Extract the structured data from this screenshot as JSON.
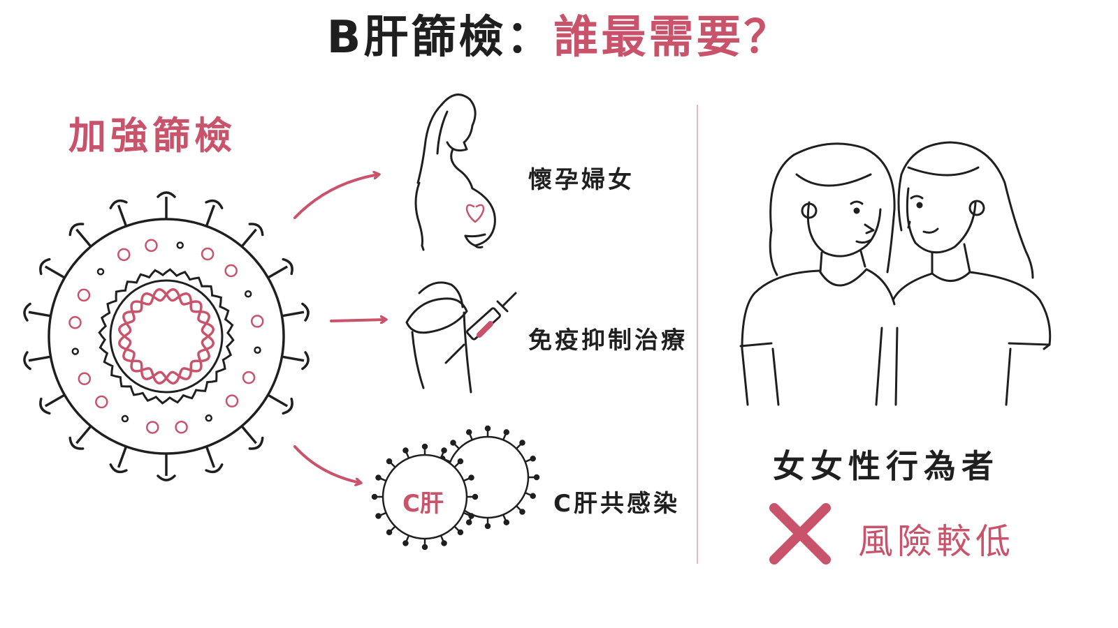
{
  "title": {
    "main": "B肝篩檢：",
    "accent": "誰最需要？"
  },
  "left_section": {
    "heading": "加強篩檢"
  },
  "groups": [
    {
      "label": "懷孕婦女",
      "icon": "pregnant-woman-icon"
    },
    {
      "label": "免疫抑制治療",
      "icon": "injection-arm-icon"
    },
    {
      "label": "C肝共感染",
      "icon": "hepatitis-c-virus-icon",
      "virus_label": "C肝"
    }
  ],
  "right_section": {
    "group_label": "女女性行為者",
    "risk_label": "風險較低",
    "risk_icon": "cross-mark-icon"
  },
  "colors": {
    "accent": "#c9536a",
    "ink": "#1f1f1f"
  }
}
